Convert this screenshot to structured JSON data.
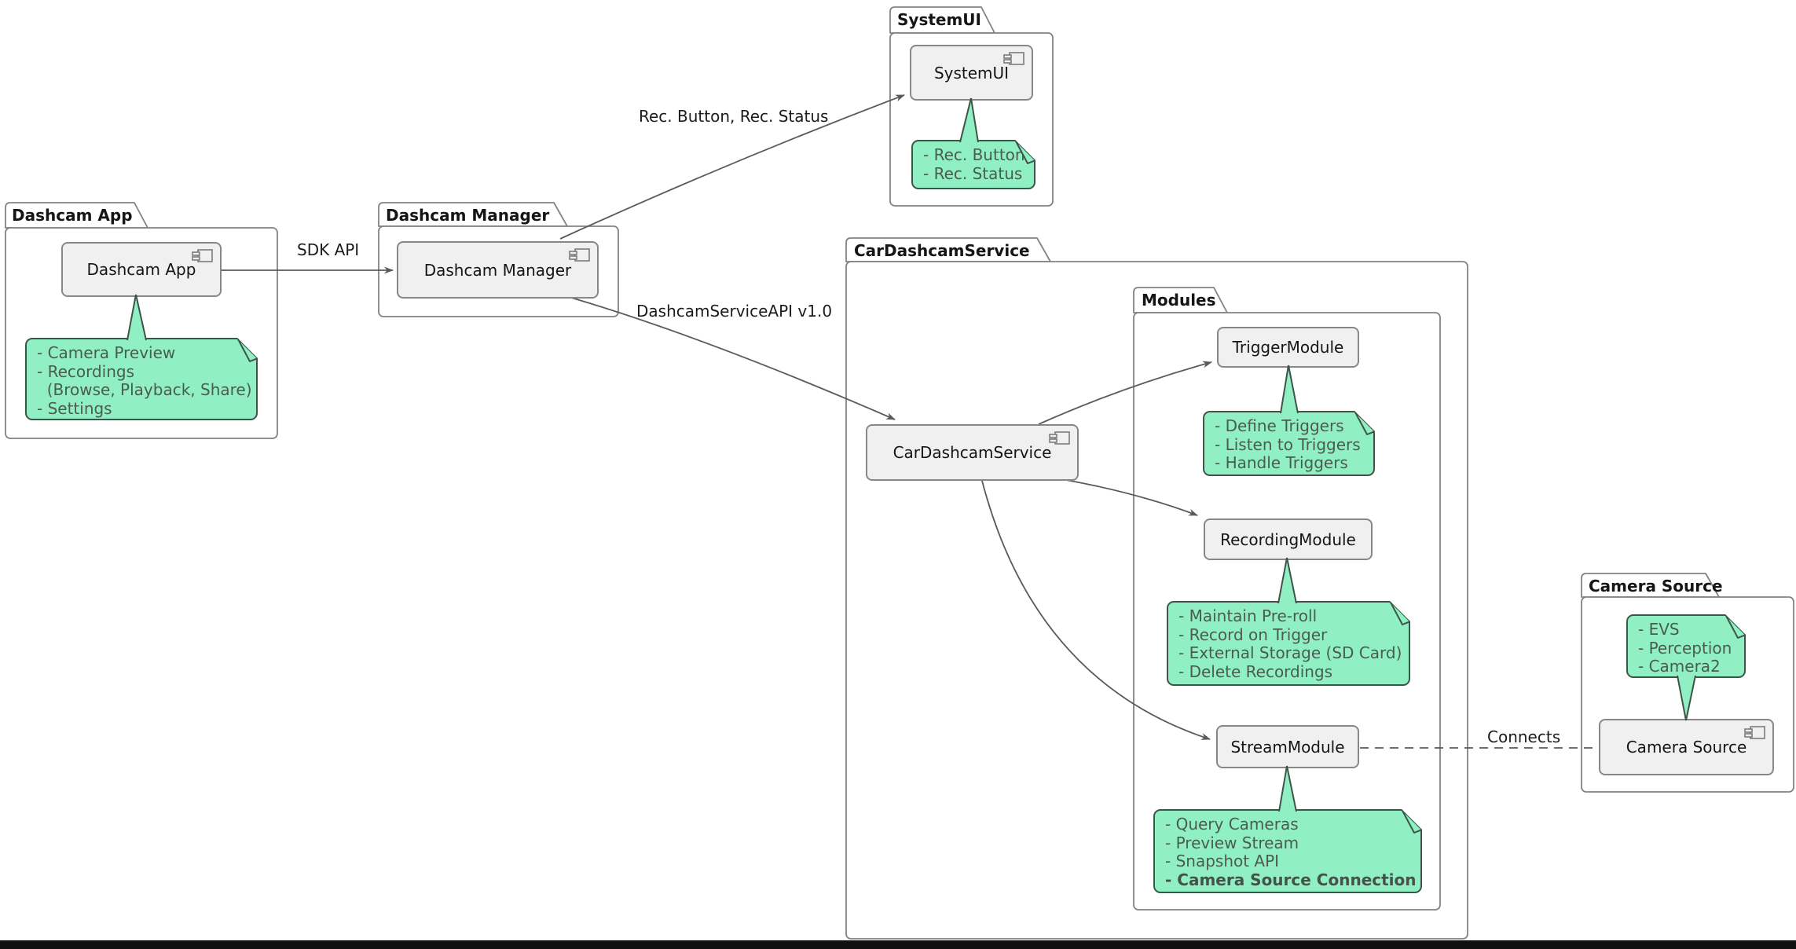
{
  "packages": {
    "dashcam_app": {
      "title": "Dashcam App"
    },
    "dashcam_manager": {
      "title": "Dashcam Manager"
    },
    "systemui": {
      "title": "SystemUI"
    },
    "car_dashcam_service": {
      "title": "CarDashcamService"
    },
    "modules": {
      "title": "Modules"
    },
    "camera_source": {
      "title": "Camera Source"
    }
  },
  "components": {
    "dashcam_app": "Dashcam App",
    "dashcam_manager": "Dashcam Manager",
    "systemui": "SystemUI",
    "car_dashcam_service": "CarDashcamService",
    "trigger_module": "TriggerModule",
    "recording_module": "RecordingModule",
    "stream_module": "StreamModule",
    "camera_source": "Camera Source"
  },
  "notes": {
    "dashcam_app": {
      "lines": [
        "- Camera Preview",
        "- Recordings",
        "  (Browse, Playback, Share)",
        "- Settings"
      ]
    },
    "systemui": {
      "lines": [
        "- Rec. Button",
        "- Rec. Status"
      ]
    },
    "trigger_module": {
      "lines": [
        "- Define Triggers",
        "- Listen to Triggers",
        "- Handle Triggers"
      ]
    },
    "recording_module": {
      "lines": [
        "- Maintain Pre-roll",
        "- Record on Trigger",
        "- External Storage (SD Card)",
        "- Delete Recordings"
      ]
    },
    "stream_module": {
      "lines": [
        "- Query Cameras",
        "- Preview Stream",
        "- Snapshot API",
        "- Camera Source Connection"
      ]
    },
    "camera_source": {
      "lines": [
        "- EVS",
        "- Perception",
        "- Camera2"
      ]
    }
  },
  "edge_labels": {
    "sdk_api": "SDK API",
    "rec": "Rec. Button, Rec. Status",
    "service_api": "DashcamServiceAPI v1.0",
    "connects": "Connects"
  },
  "colors": {
    "note_fill": "#90efc3",
    "note_border": "#3f5449",
    "comp_fill": "#f0f0f0",
    "edge_color": "#5a5a5a"
  }
}
